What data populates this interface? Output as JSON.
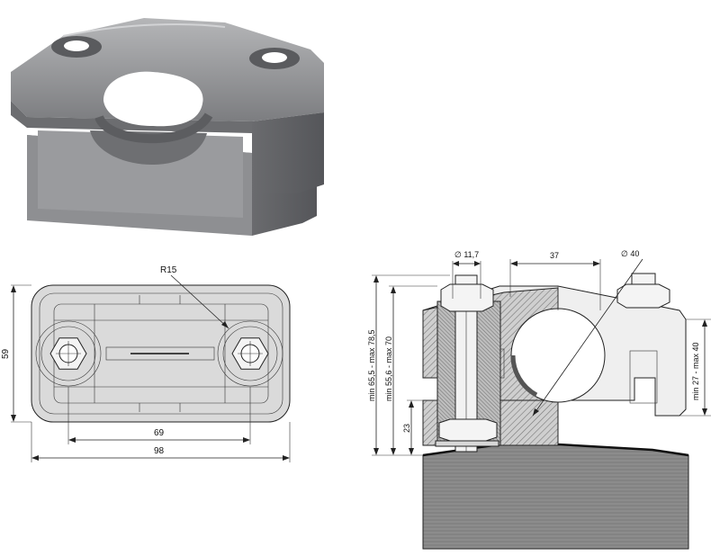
{
  "top_view": {
    "label_radius": "R15",
    "label_height": "59",
    "label_hole_spacing": "69",
    "label_width": "98"
  },
  "section_view": {
    "label_bolt_diameter": "∅ 11,7",
    "label_clamp_half_width": "37",
    "label_cable_diameter": "∅ 40",
    "label_total_height": "min 65,5 - max 78,5",
    "label_inner_height": "min 55,6 - max 70",
    "label_base_height": "23",
    "label_cable_range": "min 27 - max 40"
  },
  "colors": {
    "body_gray": "#7d7e80",
    "light_gray": "#bdbdbd",
    "hatch_gray": "#9a9a9a"
  }
}
